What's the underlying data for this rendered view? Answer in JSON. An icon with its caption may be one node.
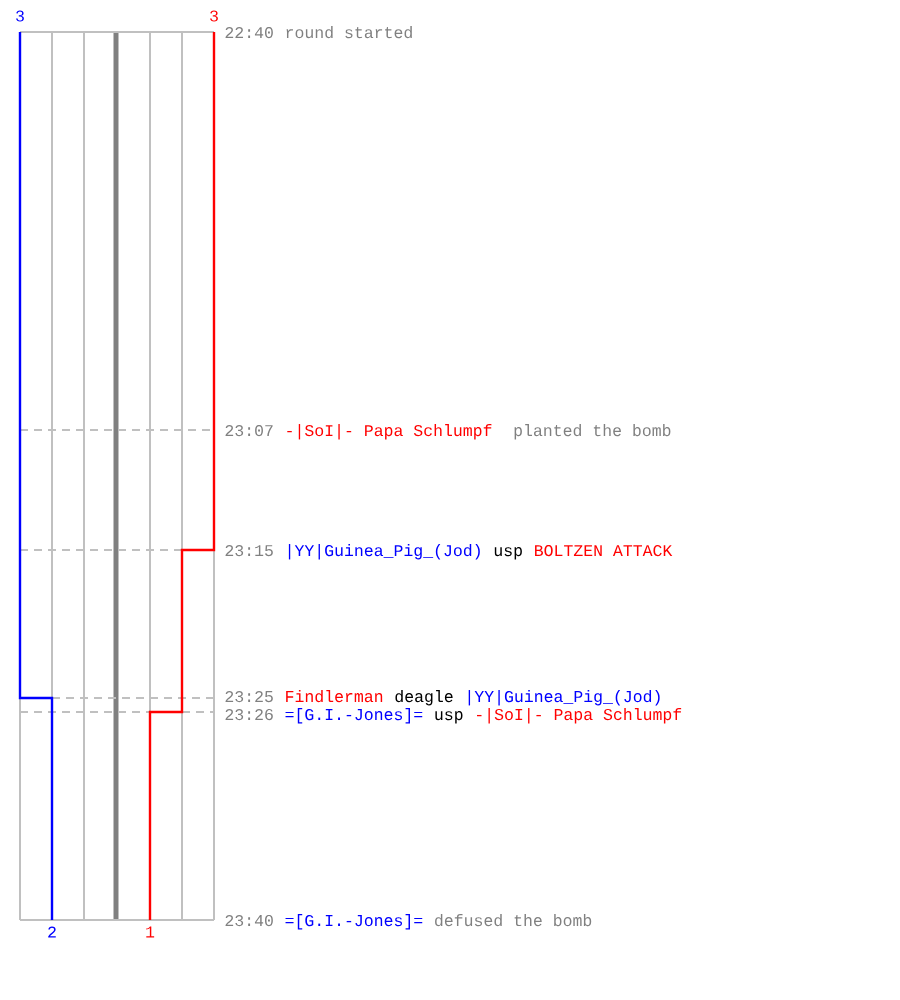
{
  "diagram": {
    "labels": [
      "3",
      "3",
      "22:40",
      "round started",
      "23:07",
      "-|SoI|- Papa Schlumpf",
      "planted the bomb",
      "23:15",
      "|YY|Guinea_Pig_(Jod)",
      "usp",
      "BOLTZEN ATTACK",
      "23:25",
      "Findlerman",
      "deagle",
      "|YY|Guinea_Pig_(Jod)",
      "23:26",
      "=[G.I.-Jones]=",
      "usp",
      "-|SoI|- Papa Schlumpf",
      "2",
      "1",
      "23:40",
      "=[G.I.-Jones]=",
      "defused the bomb"
    ]
  }
}
